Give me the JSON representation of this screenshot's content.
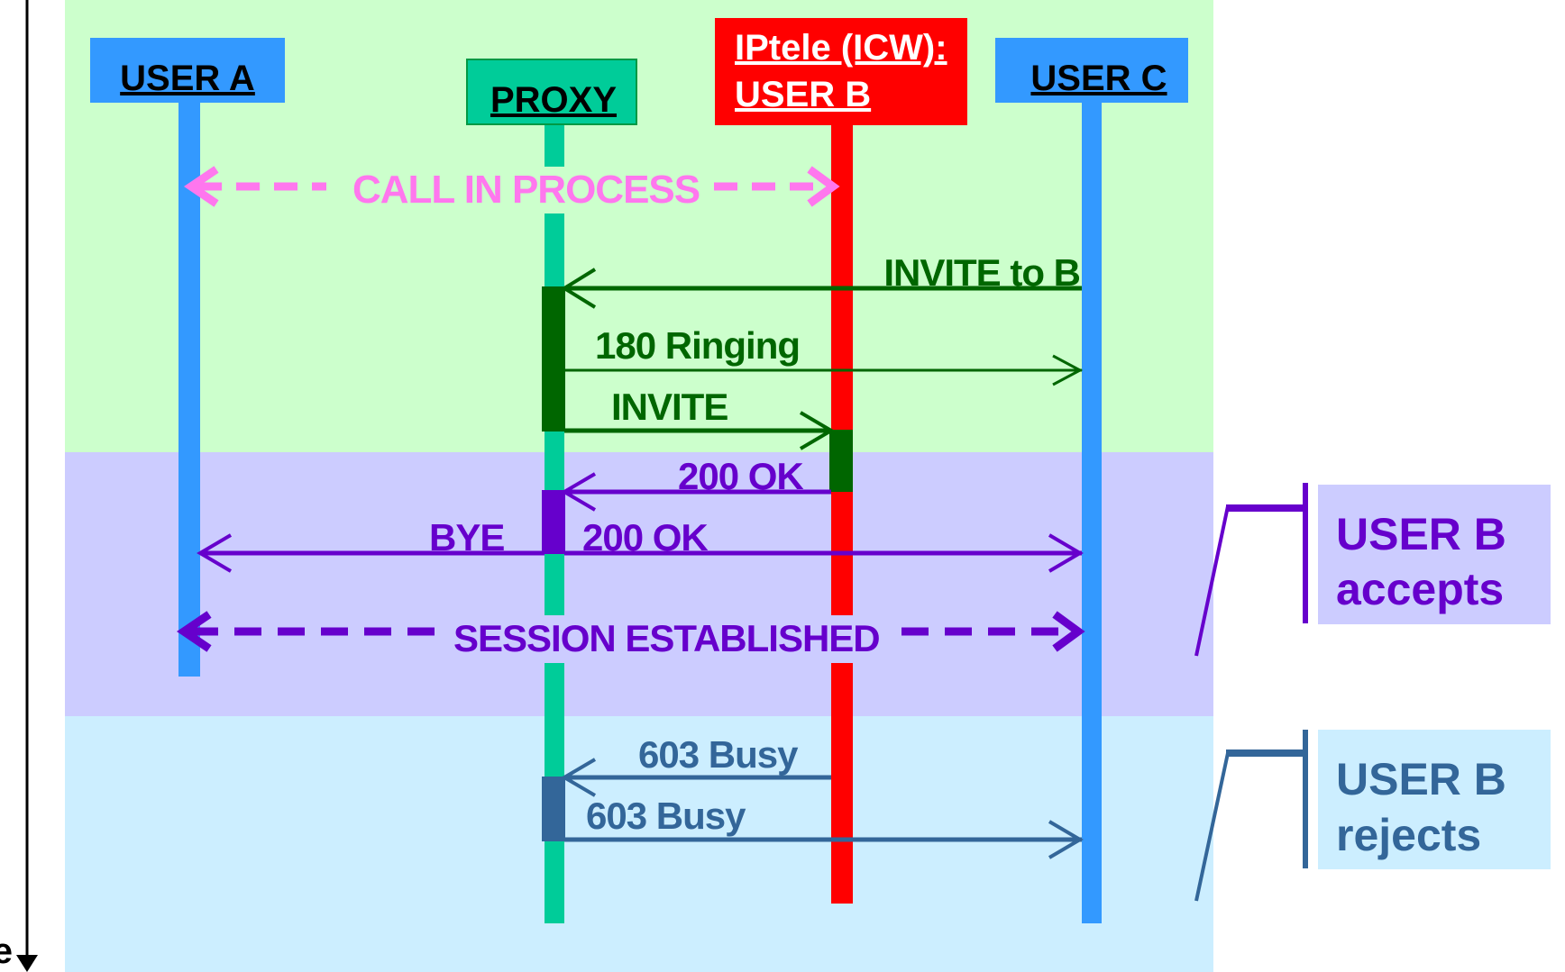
{
  "participants": {
    "user_a": "USER A",
    "proxy": "PROXY",
    "user_b_line1": "IPtele (ICW):",
    "user_b_line2": "USER B",
    "user_c": "USER C"
  },
  "time_axis_label": "e",
  "messages": {
    "call_in_process": "CALL IN PROCESS",
    "invite_to_b": "INVITE to B",
    "ringing_180": "180 Ringing",
    "invite": "INVITE",
    "ok_200_from_b": "200 OK",
    "bye": "BYE",
    "ok_200_to_c": "200 OK",
    "session_established": "SESSION ESTABLISHED",
    "busy_603_from_b": "603 Busy",
    "busy_603_to_c": "603 Busy"
  },
  "scenarios": {
    "accepts": {
      "line1": "USER B",
      "line2": "accepts"
    },
    "rejects": {
      "line1": "USER B",
      "line2": "rejects"
    }
  },
  "colors": {
    "band_green": "#ccffcc",
    "band_purple": "#ccccff",
    "band_blue": "#cceeff",
    "user_lifeline": "#3399ff",
    "proxy_lifeline": "#00cc99",
    "proxy_header": "#00cc99",
    "user_b_header": "#ff0000",
    "user_b_lifeline": "#ff0000",
    "pink": "#ff77ee",
    "dark_green": "#006600",
    "purple": "#6600cc",
    "steel_blue": "#336699"
  }
}
